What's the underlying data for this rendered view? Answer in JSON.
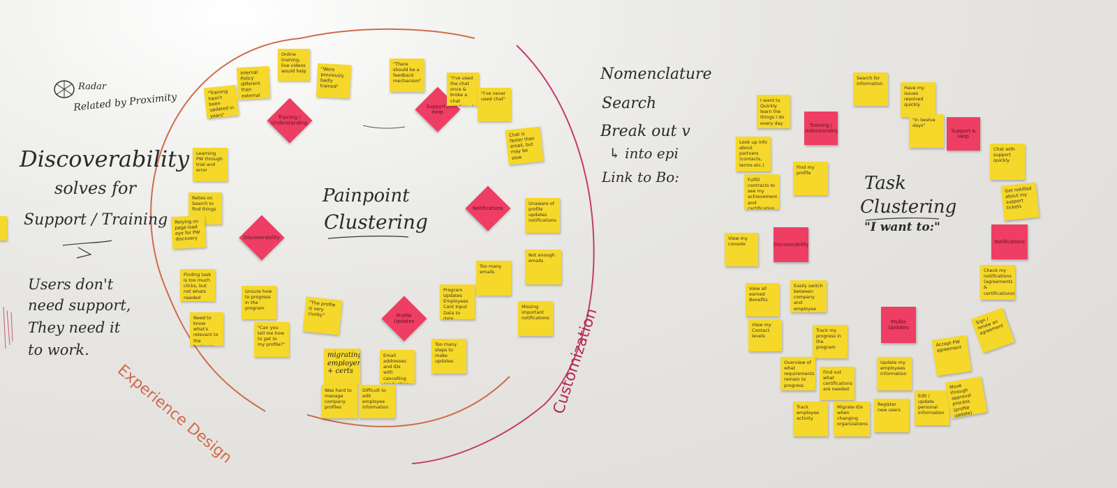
{
  "left_notes": {
    "radar": "Radar",
    "related": "Related by Proximity",
    "discoverability": [
      "Discoverability",
      "solves for",
      "Support / Training"
    ],
    "users": [
      "Users don't",
      "need support,",
      "They need it",
      "to work."
    ]
  },
  "pain_cluster": {
    "title_line1": "Painpoint",
    "title_line2": "Clustering",
    "arc_orange_label": "Experience Design",
    "arc_pink_label": "Customization",
    "pink_notes": [
      "Training / Understanding",
      "Support / Help",
      "Notifications",
      "Discoverability",
      "Profile Updates"
    ],
    "notes": [
      "\"Training hasn't been updated in years\"",
      "Internal Policy different than external",
      "Online training, live videos would help",
      "\"Were previously badly trained\"",
      "\"There should be a feedback mechanism\"",
      "\"I've used the chat once & broke a chat window...\"",
      "\"I've never used chat\"",
      "Learning PW through trial and error",
      "Chat is faster than email, but may be slow",
      "Relies on Search to find things",
      "Relying on page load eye for PW discovery",
      "Unaware of profile updates notifications",
      "Finding task is too much clicks, but not whats needed",
      "Unsure how to progress in the program",
      "Too many emails",
      "Not enough emails",
      "Need to know what's relevant to the business",
      "\"Can you tell me how to get to my profile?\"",
      "\"The profile is very clunky\"",
      "Program Updates Employees Cant Input Data to date",
      "Missing important notifications",
      "migrating employers + certs",
      "Email addresses and IDs with cancelling conducting",
      "Too many steps to make updates",
      "Was hard to manage company profiles",
      "Difficult to edit employee information"
    ]
  },
  "middle_text": [
    "Nomenclature",
    "Search",
    "Break out v",
    "↳ into epi",
    "Link to Bo:"
  ],
  "task_cluster": {
    "title_line1": "Task",
    "title_line2": "Clustering",
    "subtitle": "\"I want to:\"",
    "pink_notes": [
      "Training / Understanding",
      "Support & Help",
      "Discoverability",
      "Notifications",
      "Profile Updates"
    ],
    "notes": [
      "Search for information",
      "Have my issues resolved quickly",
      "I want to Quickly learn the things I do every day",
      "\"In twelve days\"",
      "Look up info about partners (contacts, terms etc.)",
      "Chat with support quickly",
      "Find my profile",
      "Fulfill contracts to see my achievement and certification",
      "Get notified about my support tickets",
      "View my console",
      "Check my notifications (agreements & certifications)",
      "View all earned Benefits",
      "Easily switch between company and employee view with ease",
      "Sign / renew an agreement",
      "View my Contact levels",
      "Track my progress in the program",
      "Accept PW agreement",
      "Overview of what requirements remain to progress",
      "Update my employees information",
      "Find out what certifications are needed",
      "Edit / update personal information",
      "Move through approval process (profile update)",
      "Track employee activity",
      "Migrate IDs when changing organizations",
      "Register new users"
    ]
  },
  "colors": {
    "sticky_yellow": "#f6d82a",
    "sticky_pink": "#ee3e63",
    "orange_marker": "#d06a4a",
    "pink_marker": "#b4285a"
  }
}
